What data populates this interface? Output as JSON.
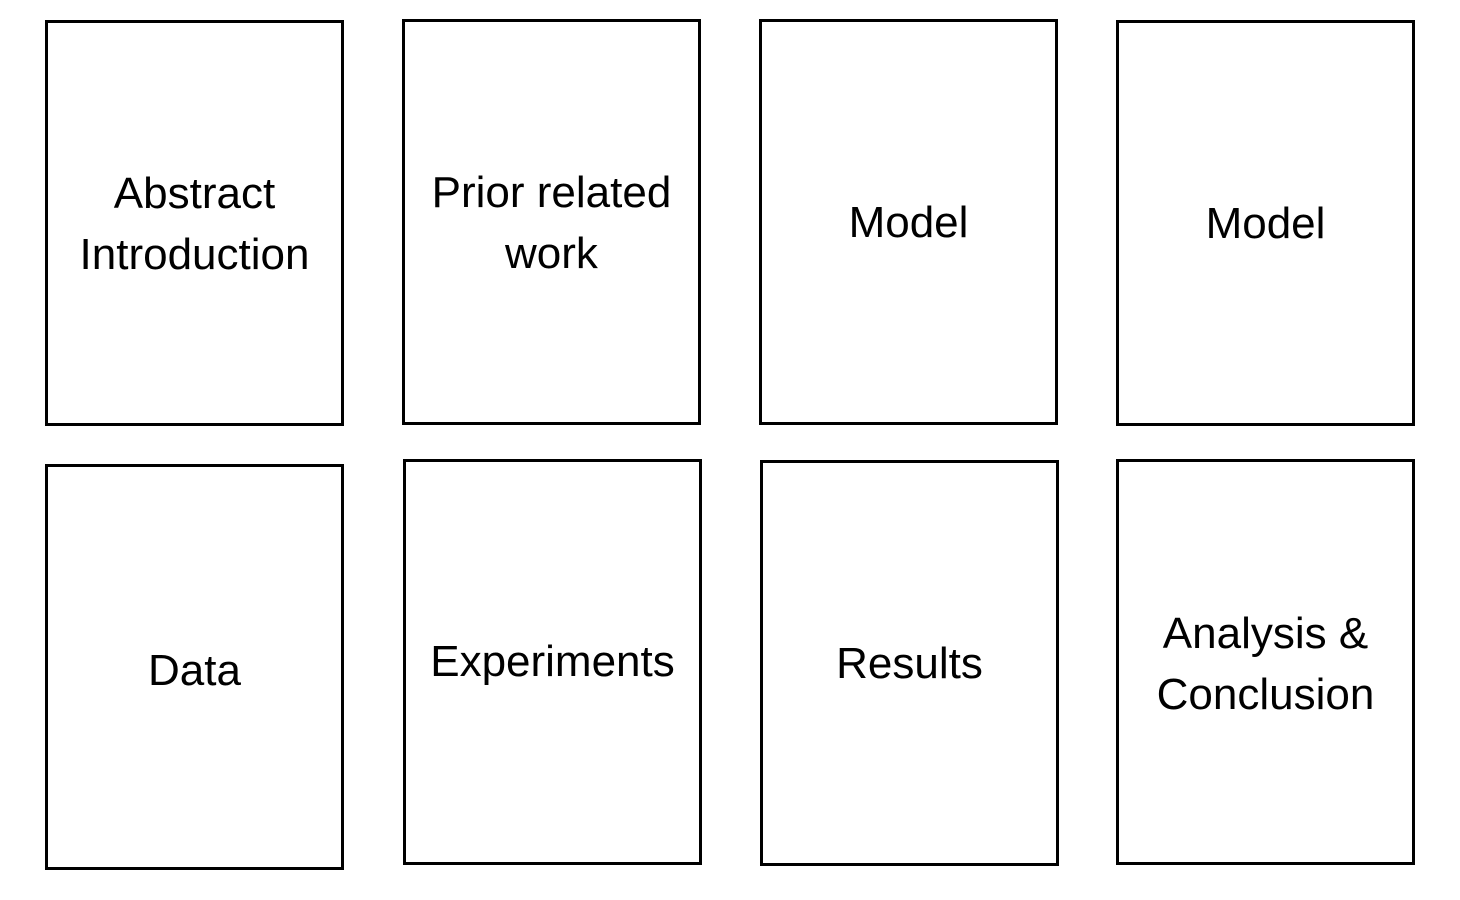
{
  "cards": [
    {
      "label": "Abstract\nIntroduction"
    },
    {
      "label": "Prior related\nwork"
    },
    {
      "label": "Model"
    },
    {
      "label": "Model"
    },
    {
      "label": "Data"
    },
    {
      "label": "Experiments"
    },
    {
      "label": "Results"
    },
    {
      "label": "Analysis &\nConclusion"
    }
  ]
}
